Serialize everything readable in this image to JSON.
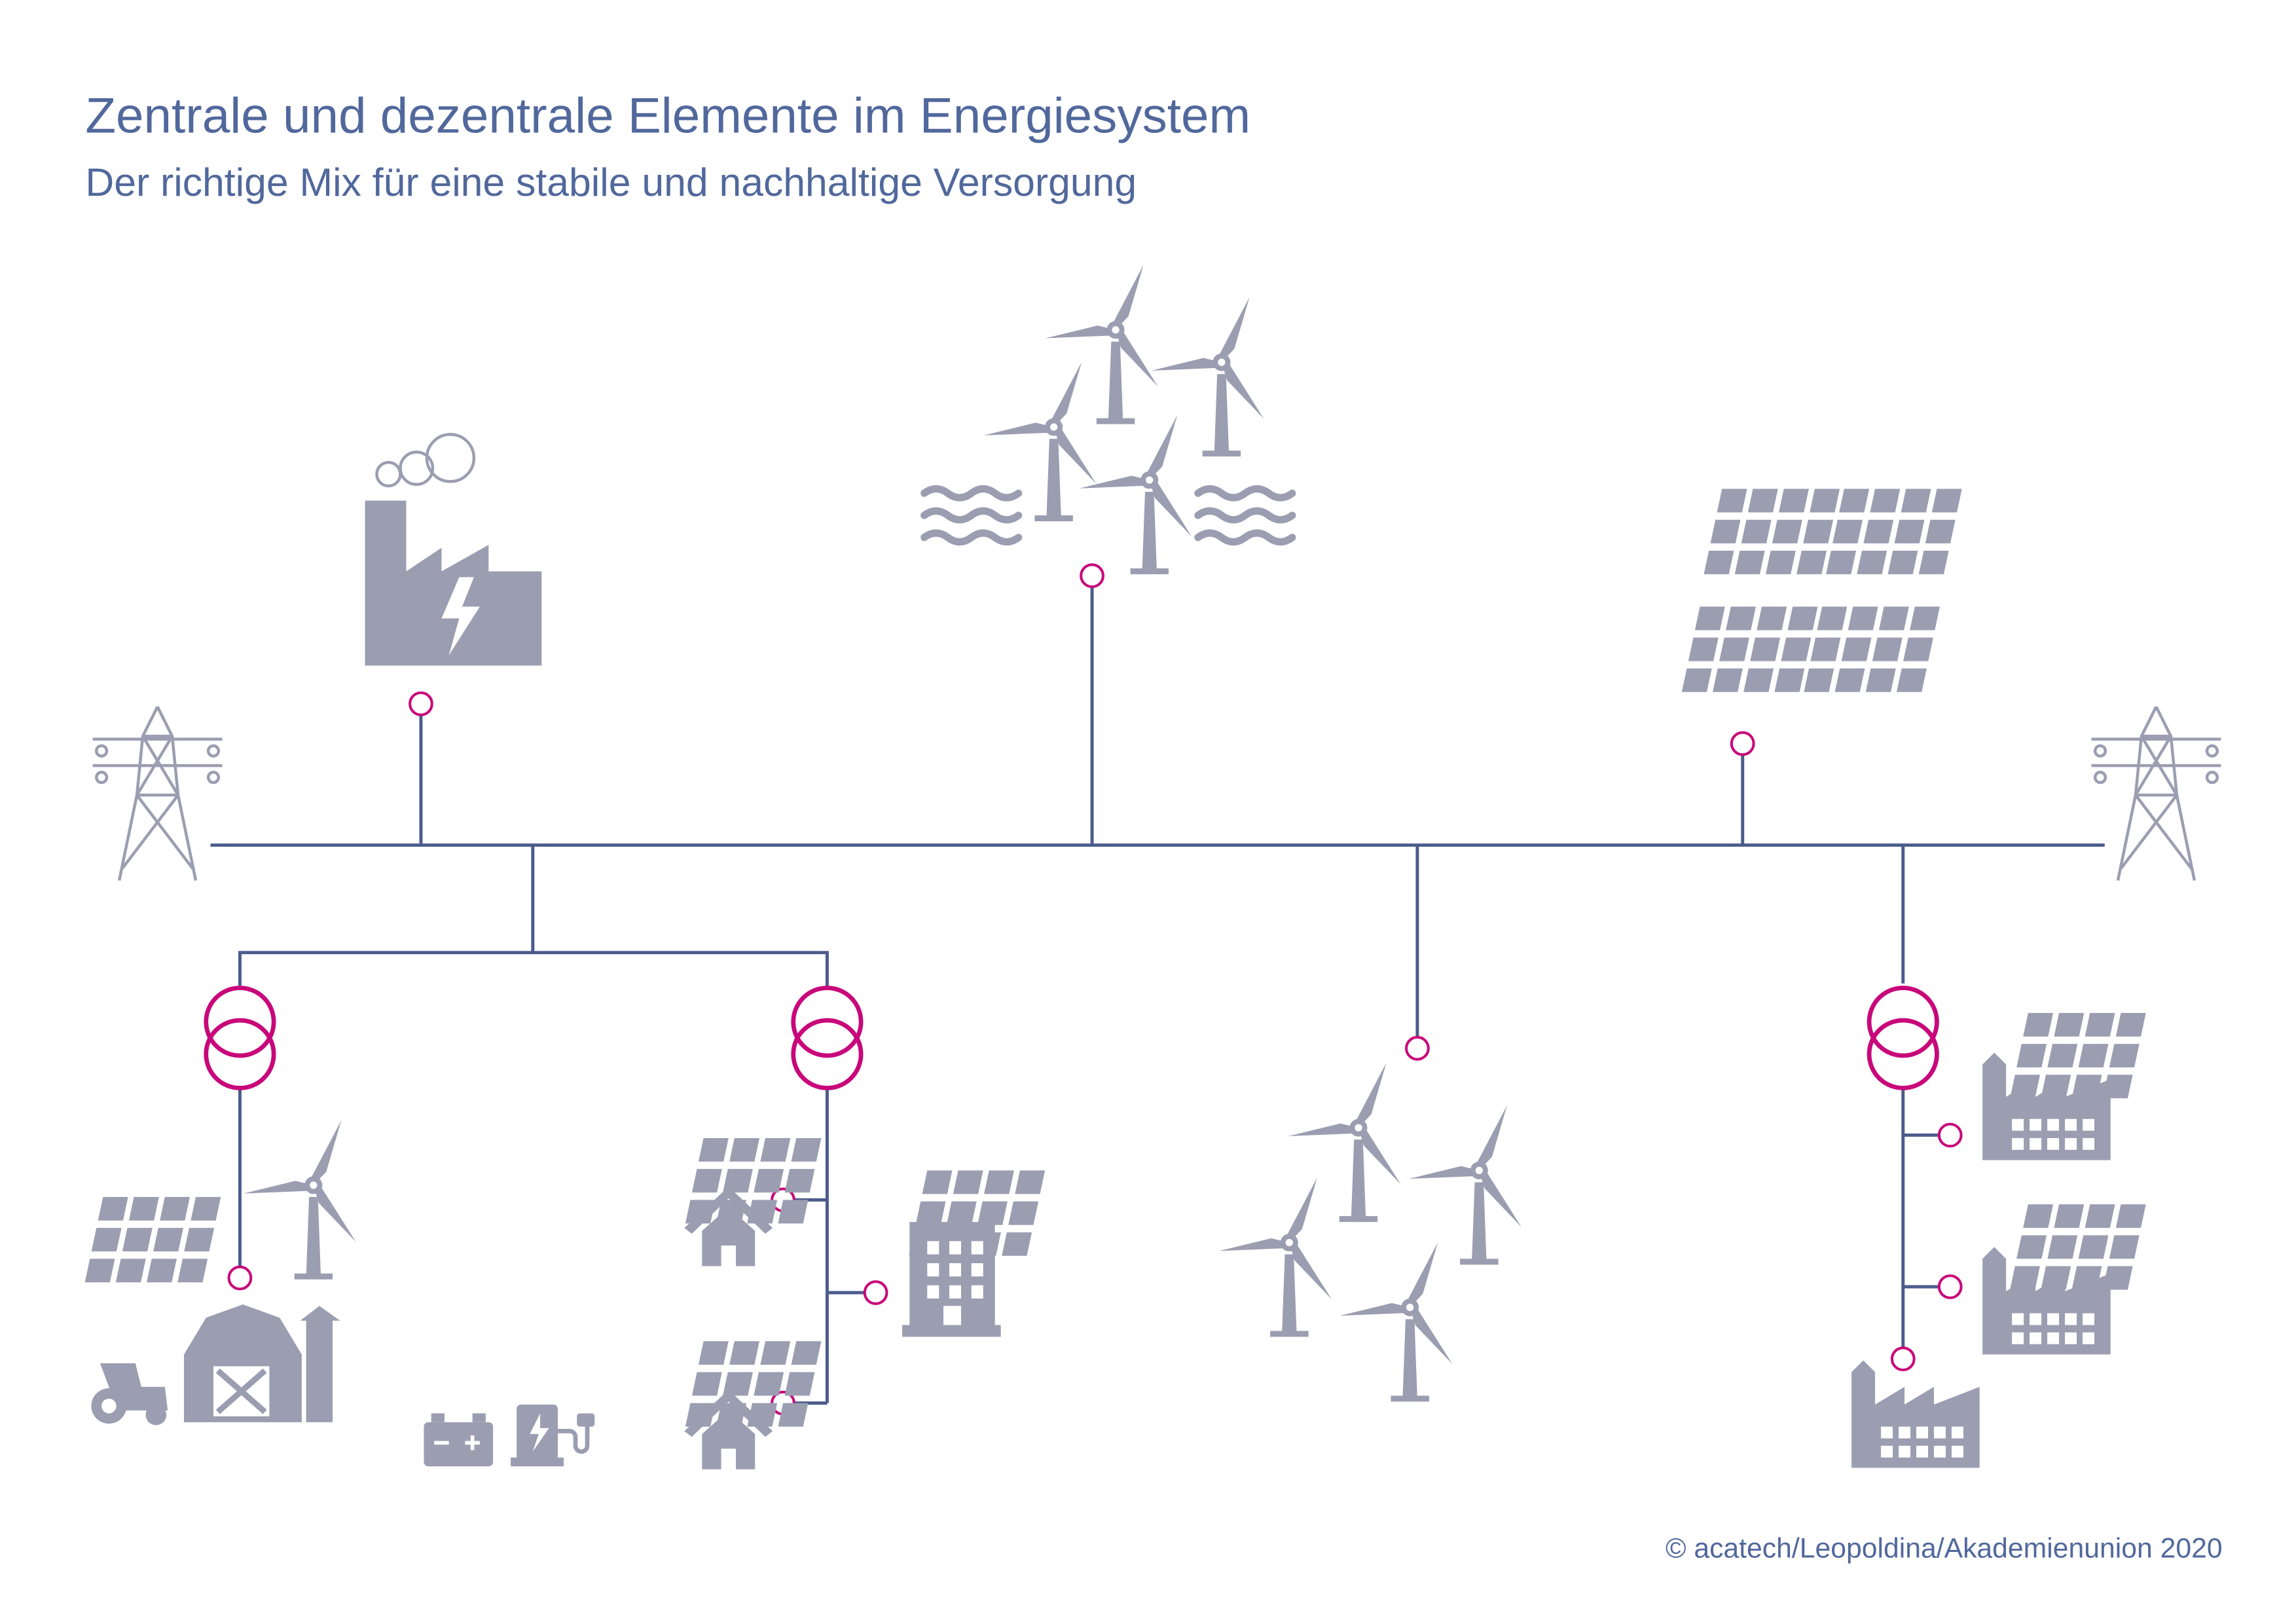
{
  "header": {
    "title": "Zentrale und dezentrale Elemente im Energiesystem",
    "subtitle": "Der richtige Mix für eine stabile und nachhaltige Versorgung"
  },
  "footer": {
    "copyright": "© acatech/Leopoldina/Akademienunion 2020"
  },
  "colors": {
    "text": "#51689c",
    "grid_line": "#4b5c8c",
    "node": "#c8077a",
    "icon": "#9b9eb1"
  },
  "icons": [
    "power-pylon",
    "power-plant",
    "offshore-wind-farm",
    "solar-farm",
    "transformer",
    "farm",
    "battery",
    "ev-charger",
    "solar-house",
    "office-building",
    "onshore-wind-farm",
    "industrial-factory"
  ]
}
